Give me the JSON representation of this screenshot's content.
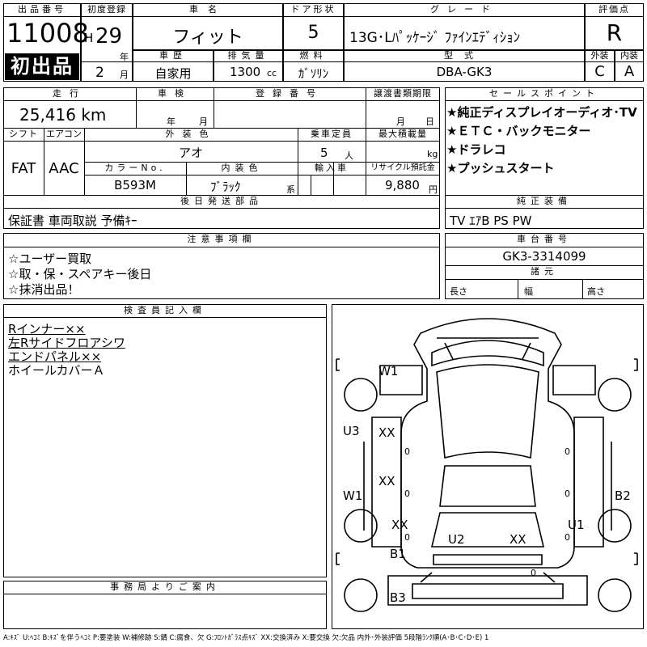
{
  "header": {
    "lot_no_label": "出品番号",
    "lot_no": "11008",
    "first_listing": "初出品",
    "first_reg_label": "初度登録",
    "era": "H",
    "year": "29",
    "year_unit": "年",
    "month": "2",
    "month_unit": "月",
    "car_name_label": "車名",
    "car_name": "フィット",
    "doors_label": "ドア形状",
    "doors": "5",
    "grade_label": "グレード",
    "grade": "13G･Lﾊﾟｯｹｰｼﾞ ﾌｧｲﾝｴﾃﾞｨｼｮﾝ",
    "score_label": "評価点",
    "score": "R",
    "history_label": "車歴",
    "history": "自家用",
    "displacement_label": "排気量",
    "displacement": "1300",
    "displacement_unit": "cc",
    "fuel_label": "燃料",
    "fuel": "ｶﾞｿﾘﾝ",
    "model_code_label": "型式",
    "model_code": "DBA-GK3",
    "ext_label": "外装",
    "ext_score": "C",
    "int_label": "内装",
    "int_score": "A"
  },
  "mid": {
    "mileage_label": "走行",
    "mileage": "25,416 km",
    "inspection_label": "車検",
    "insp_year_unit": "年",
    "insp_month_unit": "月",
    "regno_label": "登録番号",
    "transfer_label": "譲渡書類期限",
    "transfer_month_unit": "月",
    "transfer_day_unit": "日",
    "shift_label": "シフト",
    "shift": "FAT",
    "ac_label": "エアコン",
    "ac": "AAC",
    "ext_color_label": "外装色",
    "ext_color": "アオ",
    "capacity_label": "乗車定員",
    "capacity": "5",
    "capacity_unit": "人",
    "max_load_label": "最大積載量",
    "max_load_unit": "kg",
    "color_no_label": "カラーNo.",
    "color_no": "B593M",
    "int_color_label": "内装色",
    "int_color": "ﾌﾞﾗｯｸ",
    "int_color_unit": "系",
    "import_label": "輸入車",
    "recycle_label": "リサイクル預託金",
    "recycle": "9,880",
    "recycle_unit": "円",
    "later_parts_label": "後日発送部品",
    "later_parts": "保証書 車両取説 予備ｷｰ",
    "sales_label": "セールスポイント",
    "sales_points": [
      "★純正ディスプレイオーディオ･TV",
      "★ＥＴＣ・バックモニター",
      "★ドラレコ",
      "★プッシュスタート"
    ],
    "equip_label": "純正装備",
    "equip": "TV ｴｱB PS PW"
  },
  "notes": {
    "caution_label": "注意事項欄",
    "caution_items": [
      "☆ユーザー買取",
      "☆取・保・スペアキー後日",
      "☆抹消出品！"
    ],
    "chassis_label": "車台番号",
    "chassis": "GK3-3314099",
    "dims_label": "諸元",
    "length_label": "長さ",
    "width_label": "幅",
    "height_label": "高さ"
  },
  "inspector": {
    "label": "検査員記入欄",
    "items": [
      "Rインナー××",
      "左Rサイドフロアシワ",
      "エンドパネル××",
      "ホイールカバーＡ"
    ]
  },
  "office": {
    "label": "事務局よりご案内"
  },
  "diagram": {
    "marks": [
      "W1",
      "U3",
      "XX",
      "XX",
      "W1",
      "XX",
      "U2",
      "XX",
      "U1",
      "B2",
      "B1",
      "B3"
    ],
    "zeros": [
      "0",
      "0",
      "0",
      "0",
      "0",
      "0",
      "0"
    ]
  },
  "legend": "A:ｷｽﾞ U:ﾍｺﾐ B:ｷｽﾞを伴うﾍｺﾐ P:要塗装 W:補修跡 S:錆 C:腐食、欠 G:ﾌﾛﾝﾄｶﾞﾗｽ点ｷｽﾞ XX:交換済み X:要交換 欠:欠品 内外･外装評価 5段階ﾗﾝｸ順(A･B･C･D･E) 1"
}
